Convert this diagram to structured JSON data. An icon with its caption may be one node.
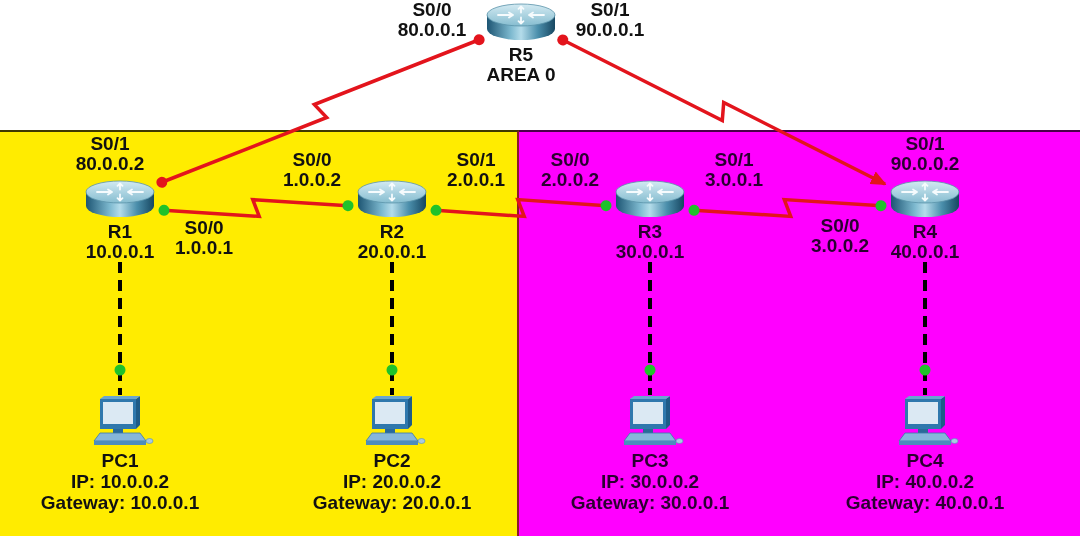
{
  "diagram": {
    "nodes": [
      {
        "text": [
          "R5",
          "AREA 0"
        ],
        "beside": [
          "S0/0 80.0.0.1",
          "S0/1 90.0.0.1"
        ]
      },
      {
        "text": [],
        "shape": "box"
      },
      {
        "text": [
          "R1",
          "10.0.0.1"
        ],
        "in": 1,
        "beside": [
          "S0/1 80.0.0.2",
          "S0/0 1.0.0.1"
        ]
      },
      {
        "text": [
          "R2",
          "20.0.0.1"
        ],
        "in": 1,
        "beside": [
          "S0/0 1.0.0.2",
          "S0/1 2.0.0.1"
        ]
      },
      {
        "text": [
          "PC1",
          "IP: 10.0.0.2",
          "Gateway: 10.0.0.1"
        ],
        "in": 1
      },
      {
        "text": [
          "PC2",
          "IP: 20.0.0.2",
          "Gateway: 20.0.0.1"
        ],
        "in": 1
      },
      {
        "text": [],
        "shape": "box"
      },
      {
        "text": [
          "R3",
          "30.0.0.1"
        ],
        "in": 6,
        "beside": [
          "S0/0 2.0.0.2",
          "S0/1 3.0.0.1"
        ]
      },
      {
        "text": [
          "R4",
          "40.0.0.1"
        ],
        "in": 6,
        "beside": [
          "S0/1 90.0.0.2",
          "S0/0 3.0.0.2"
        ]
      },
      {
        "text": [
          "PC3",
          "IP: 30.0.0.2",
          "Gateway: 30.0.0.1"
        ],
        "in": 6
      },
      {
        "text": [
          "PC4",
          "IP: 40.0.0.2",
          "Gateway: 40.0.0.1"
        ],
        "in": 6
      }
    ],
    "edges": [
      {
        "from": 0,
        "to": 2,
        "arrow": "other"
      },
      {
        "from": 0,
        "to": 8,
        "arrow": "to"
      },
      {
        "from": 2,
        "to": 3,
        "arrow": "other"
      },
      {
        "from": 3,
        "to": 7,
        "arrow": "other"
      },
      {
        "from": 7,
        "to": 8,
        "arrow": "other"
      },
      {
        "from": 2,
        "to": 4,
        "arrow": "other",
        "style": "dashed",
        "color": "#000000"
      },
      {
        "from": 3,
        "to": 5,
        "arrow": "other",
        "style": "dashed",
        "color": "#000000"
      },
      {
        "from": 7,
        "to": 9,
        "arrow": "other",
        "style": "dashed",
        "color": "#000000"
      },
      {
        "from": 8,
        "to": 10,
        "arrow": "other",
        "style": "dashed",
        "color": "#000000"
      }
    ]
  }
}
